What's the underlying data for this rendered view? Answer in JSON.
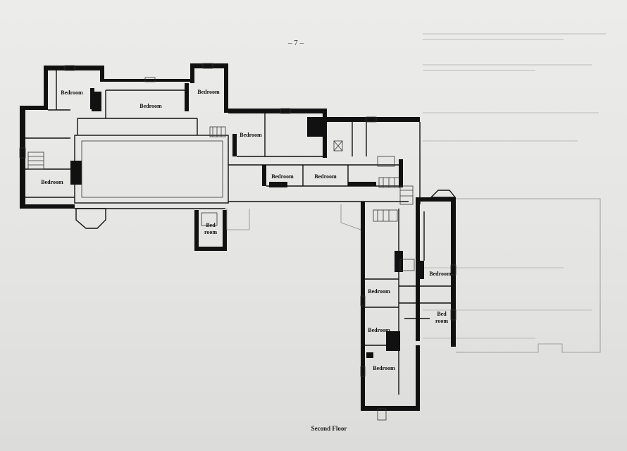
{
  "page_number": "– 7 –",
  "caption": "Second Floor",
  "rooms": [
    {
      "id": "bedroom-nw",
      "label": "Bedroom"
    },
    {
      "id": "bedroom-main",
      "label": "Bedroom"
    },
    {
      "id": "bedroom-ne",
      "label": "Bedroom"
    },
    {
      "id": "bedroom-west",
      "label": "Bedroom"
    },
    {
      "id": "bedroom-mid",
      "label": "Bedroom"
    },
    {
      "id": "bedroom-corr-1",
      "label": "Bedroom"
    },
    {
      "id": "bedroom-corr-2",
      "label": "Bedroom"
    },
    {
      "id": "bedroom-tower",
      "label": "Bed\nroom"
    },
    {
      "id": "bedroom-east",
      "label": "Bedroom"
    },
    {
      "id": "bedroom-east-small",
      "label": "Bed\nroom"
    },
    {
      "id": "bedroom-wing-1",
      "label": "Bedroom"
    },
    {
      "id": "bedroom-wing-2",
      "label": "Bedroom"
    },
    {
      "id": "bedroom-wing-3",
      "label": "Bedroom"
    }
  ],
  "colors": {
    "wall": "#111111",
    "paper": "#e8e8e6",
    "faint": "#8a8a88"
  }
}
